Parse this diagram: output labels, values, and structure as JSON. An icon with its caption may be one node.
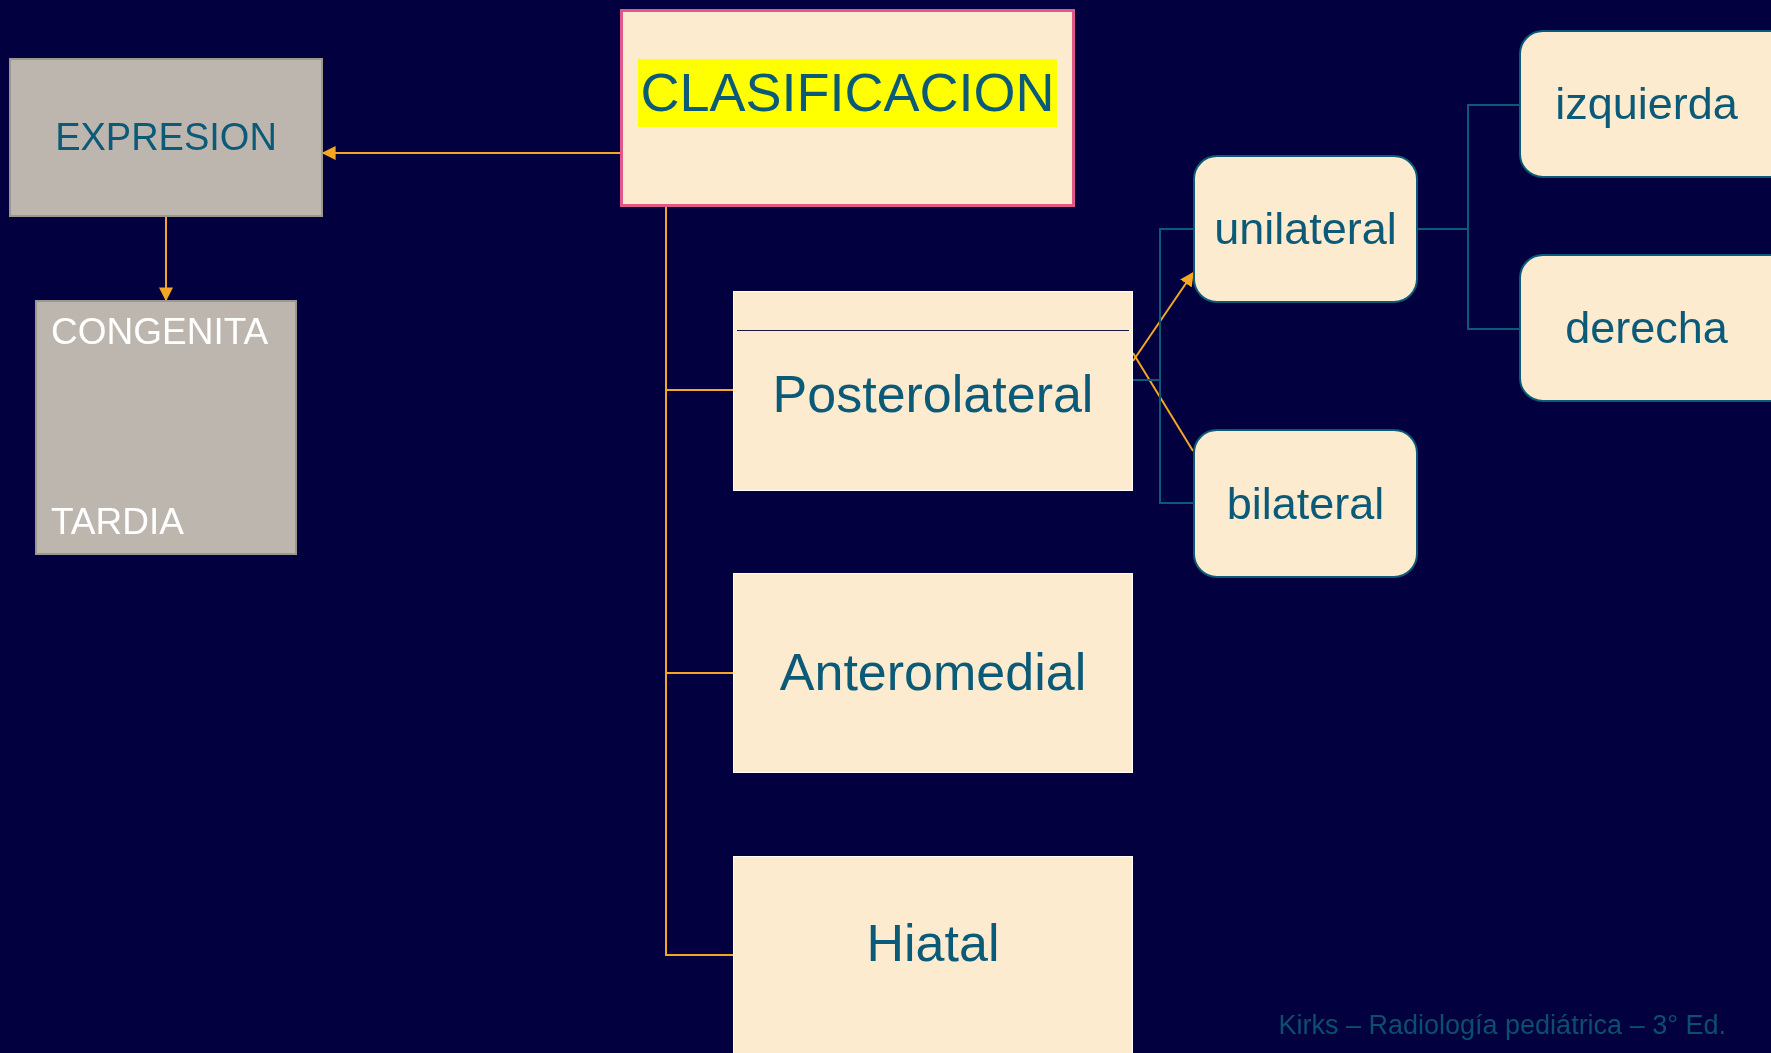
{
  "diagram": {
    "caption": "Kirks – Radiología pediátrica – 3° Ed.",
    "nodes": [
      {
        "text": [
          "CLASIFICACION"
        ]
      },
      {
        "text": [
          "EXPRESION"
        ]
      },
      {
        "text": [
          "CONGENITA",
          "TARDIA"
        ]
      },
      {
        "text": [
          "Posterolateral"
        ]
      },
      {
        "text": [
          "Anteromedial"
        ]
      },
      {
        "text": [
          "Hiatal"
        ]
      },
      {
        "text": [
          "unilateral"
        ]
      },
      {
        "text": [
          "bilateral"
        ]
      },
      {
        "text": [
          "izquierda"
        ]
      },
      {
        "text": [
          "derecha"
        ]
      }
    ],
    "edges": [
      {
        "from": 0,
        "to": 1,
        "arrow": "to"
      },
      {
        "from": 1,
        "to": 2,
        "arrow": "to"
      },
      {
        "from": 0,
        "to": 3,
        "arrow": "none"
      },
      {
        "from": 0,
        "to": 4,
        "arrow": "none"
      },
      {
        "from": 0,
        "to": 5,
        "arrow": "none"
      },
      {
        "from": 3,
        "to": 6,
        "arrow": "to"
      },
      {
        "from": 3,
        "to": 7,
        "arrow": "none"
      },
      {
        "from": 3,
        "to": 6,
        "arrow": "none",
        "color": "#0b5a78"
      },
      {
        "from": 3,
        "to": 7,
        "arrow": "none",
        "color": "#0b5a78"
      },
      {
        "from": 6,
        "to": 8,
        "arrow": "none",
        "color": "#0b5a78"
      },
      {
        "from": 6,
        "to": 9,
        "arrow": "none",
        "color": "#0b5a78"
      }
    ]
  }
}
